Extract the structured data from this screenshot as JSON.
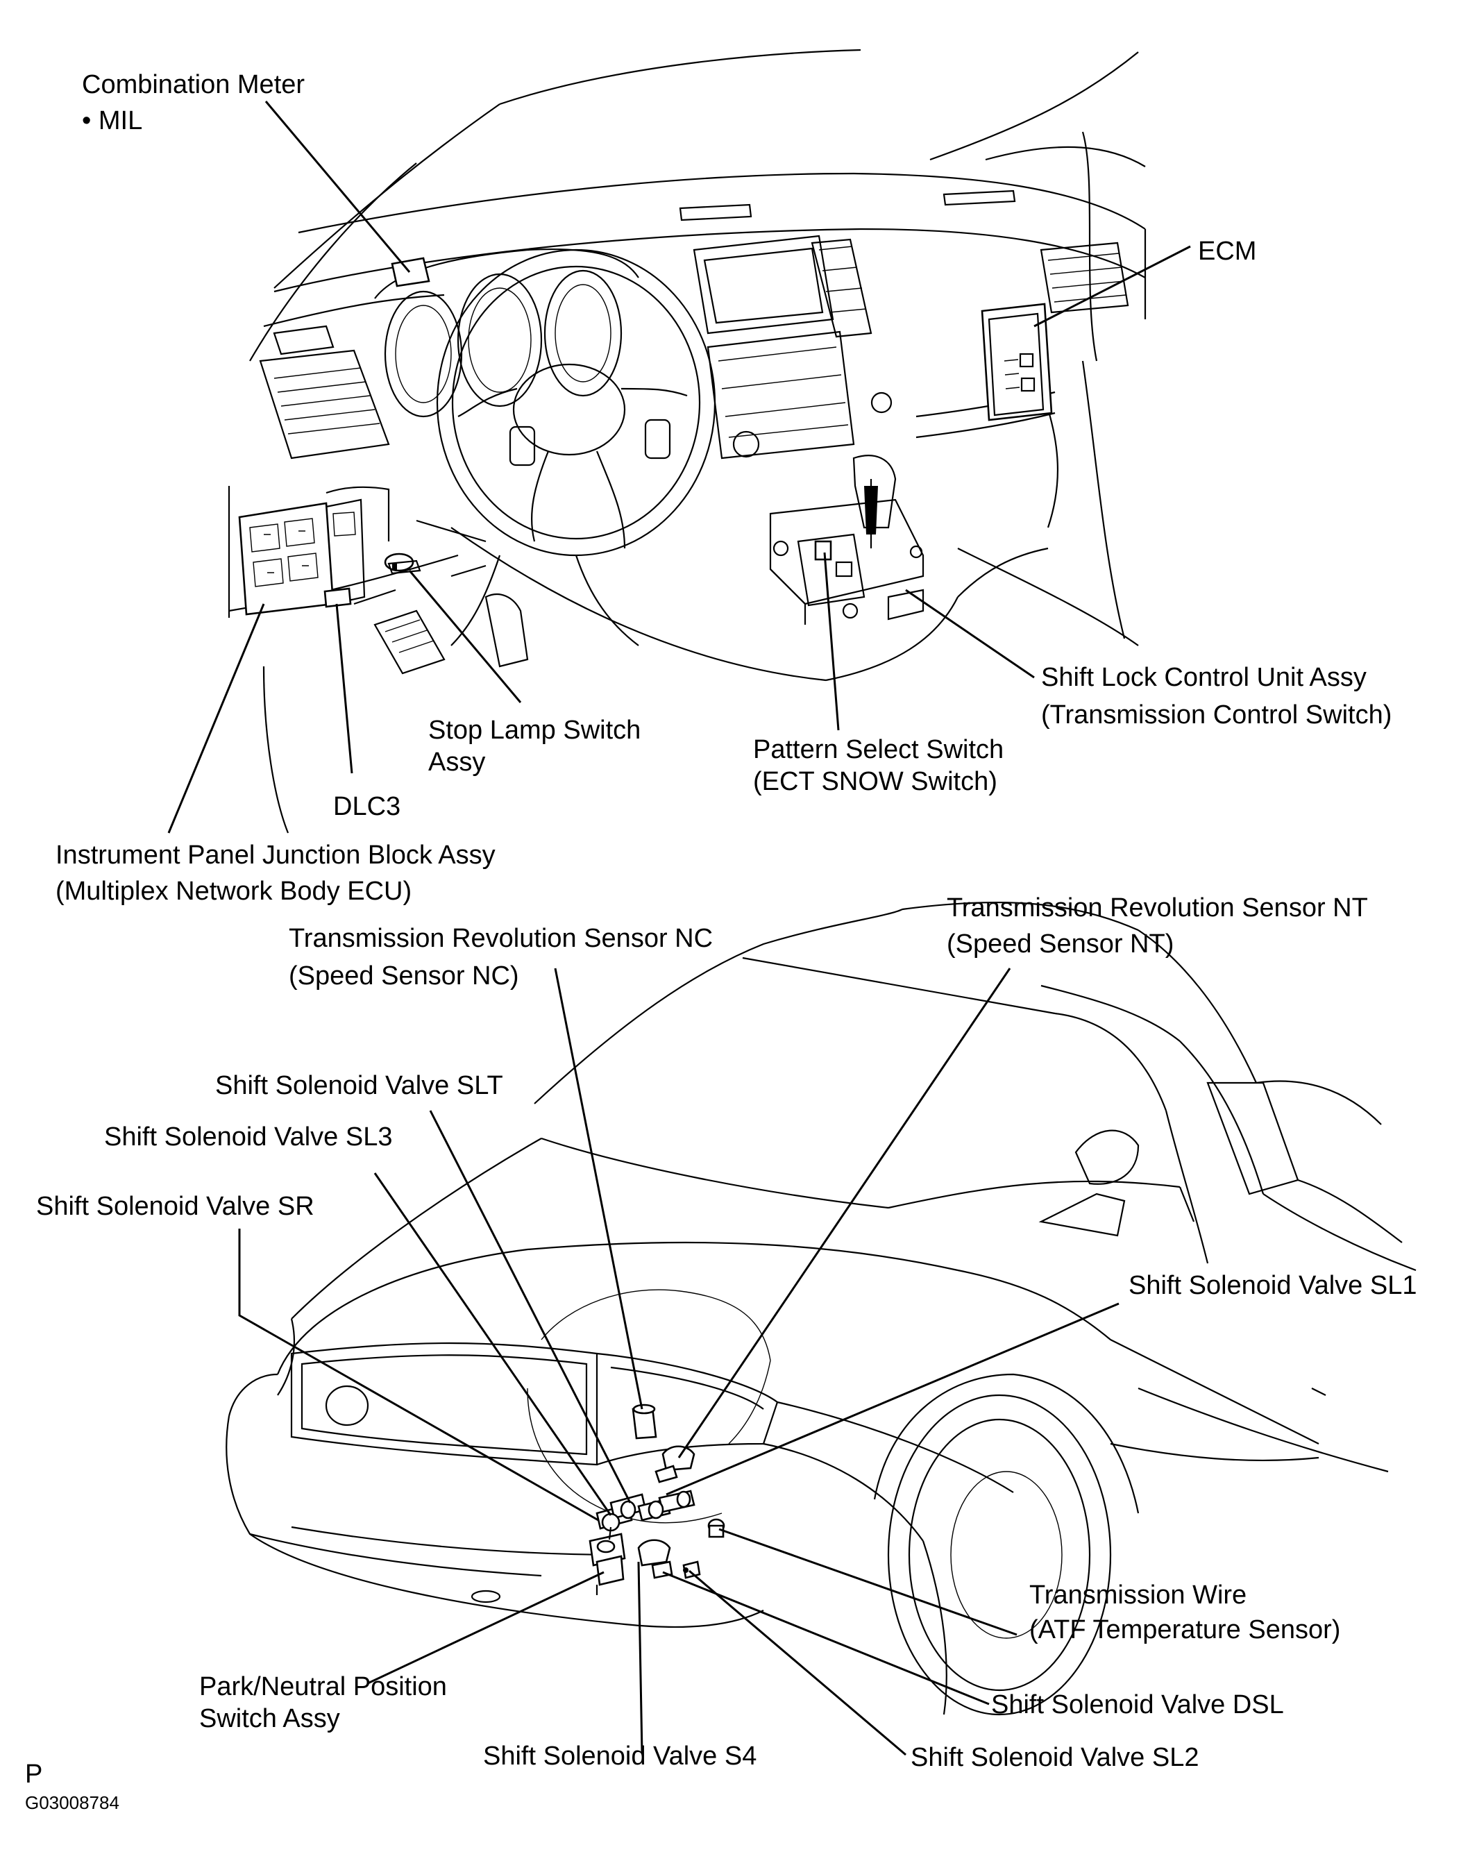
{
  "diagram": {
    "top_labels": {
      "combination_meter": "Combination Meter",
      "mil": "• MIL",
      "ecm": "ECM",
      "shift_lock_line1": "Shift Lock Control Unit Assy",
      "shift_lock_line2": "(Transmission Control Switch)",
      "stop_lamp_line1": "Stop Lamp Switch",
      "stop_lamp_line2": "Assy",
      "pattern_select_line1": "Pattern Select Switch",
      "pattern_select_line2": "(ECT SNOW Switch)",
      "dlc3": "DLC3",
      "junction_block_line1": "Instrument Panel Junction Block Assy",
      "junction_block_line2": "(Multiplex Network Body ECU)"
    },
    "bottom_labels": {
      "nt_line1": "Transmission Revolution Sensor NT",
      "nt_line2": "(Speed Sensor NT)",
      "nc_line1": "Transmission Revolution Sensor NC",
      "nc_line2": "(Speed Sensor NC)",
      "slt": "Shift Solenoid Valve SLT",
      "sl3": "Shift Solenoid Valve SL3",
      "sr": "Shift Solenoid Valve SR",
      "sl1": "Shift Solenoid Valve SL1",
      "trans_wire_line1": "Transmission Wire",
      "trans_wire_line2": "(ATF Temperature Sensor)",
      "park_neutral_line1": "Park/Neutral Position",
      "park_neutral_line2": "Switch Assy",
      "dsl": "Shift Solenoid Valve DSL",
      "s4": "Shift Solenoid Valve S4",
      "sl2": "Shift Solenoid Valve SL2"
    },
    "footer": {
      "code_letter": "P",
      "figure_id": "G03008784"
    }
  }
}
